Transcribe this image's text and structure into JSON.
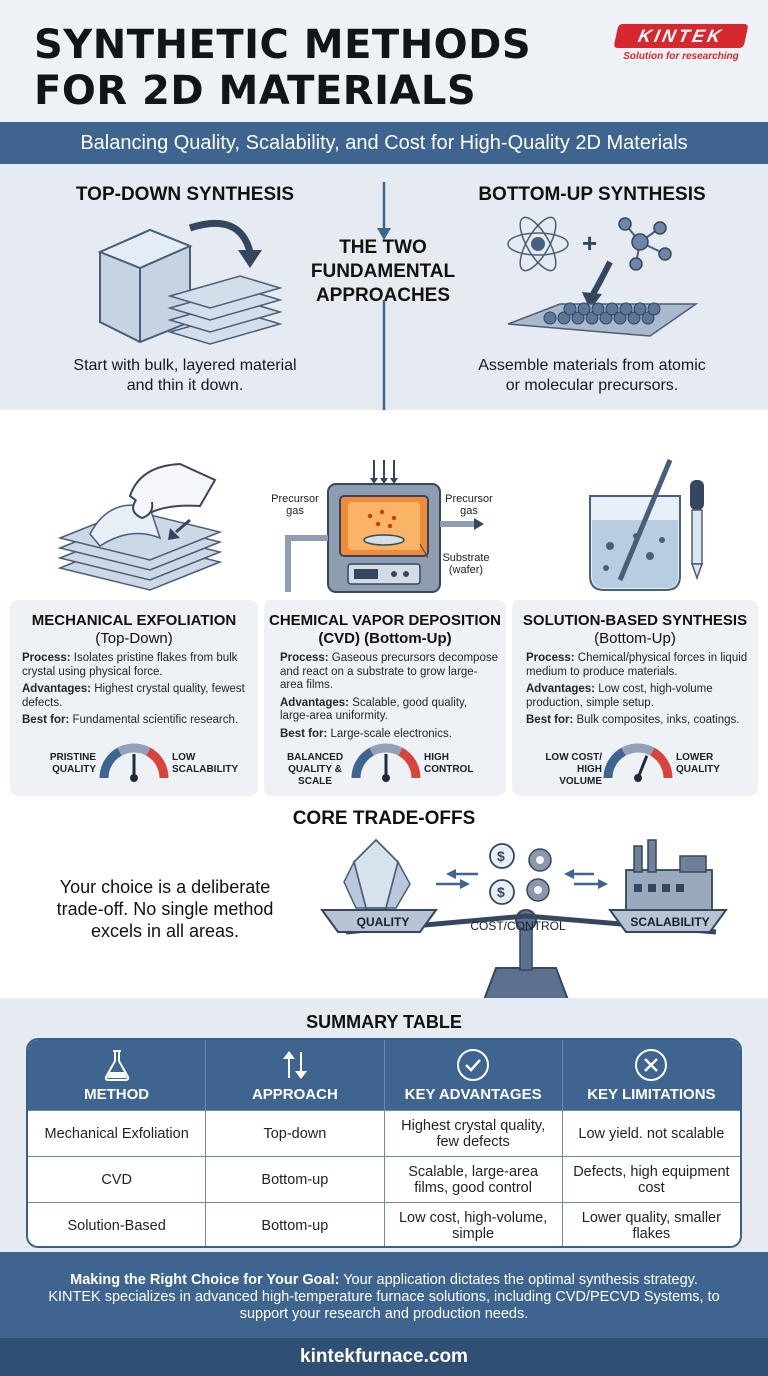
{
  "header": {
    "title_line1": "SYNTHETIC METHODS",
    "title_line2": "FOR 2D MATERIALS",
    "logo_text": "KINTEK",
    "logo_tagline": "Solution for researching",
    "subtitle": "Balancing Quality, Scalability, and Cost for High-Quality 2D Materials"
  },
  "approaches": {
    "center_title": "THE TWO FUNDAMENTAL APPROACHES",
    "top_down": {
      "title": "TOP-DOWN SYNTHESIS",
      "desc_line1": "Start with bulk, layered material",
      "desc_line2": "and thin it down."
    },
    "bottom_up": {
      "title": "BOTTOM-UP SYNTHESIS",
      "desc_line1": "Assemble materials from atomic",
      "desc_line2": "or molecular precursors."
    }
  },
  "cvd_labels": {
    "precursor_left": "Precursor gas",
    "precursor_right": "Precursor gas",
    "substrate": "Substrate (wafer)"
  },
  "methods": [
    {
      "title": "MECHANICAL EXFOLIATION",
      "subtitle": "(Top-Down)",
      "process": "Isolates pristine flakes from bulk crystal using physical force.",
      "advantages": "Highest crystal quality, fewest defects.",
      "best_for": "Fundamental scientific research.",
      "gauge_left": "PRISTINE QUALITY",
      "gauge_right": "LOW SCALABILITY",
      "gauge_level": 0.5
    },
    {
      "title": "CHEMICAL VAPOR DEPOSITION (CVD) (Bottom-Up)",
      "subtitle": "",
      "process": "Gaseous precursors decompose and react on a substrate to grow large-area films.",
      "advantages": "Scalable, good quality, large-area uniformity.",
      "best_for": "Large-scale electronics.",
      "gauge_left": "BALANCED QUALITY & SCALE",
      "gauge_right": "HIGH CONTROL",
      "gauge_level": 0.5
    },
    {
      "title": "SOLUTION-BASED SYNTHESIS",
      "subtitle": "(Bottom-Up)",
      "process": "Chemical/physical forces in liquid medium to produce materials.",
      "advantages": "Low cost, high-volume production, simple setup.",
      "best_for": "Bulk composites, inks, coatings.",
      "gauge_left": "LOW COST/ HIGH VOLUME",
      "gauge_right": "LOWER QUALITY",
      "gauge_level": 0.62
    }
  ],
  "labels": {
    "process": "Process:",
    "advantages": "Advantages:",
    "best_for": "Best for:"
  },
  "tradeoffs": {
    "title": "CORE TRADE-OFFS",
    "text": "Your choice is a deliberate trade-off. No single method excels in all areas.",
    "quality": "QUALITY",
    "cost": "COST/CONTROL",
    "scalability": "SCALABILITY"
  },
  "summary": {
    "title": "SUMMARY TABLE",
    "headers": [
      "METHOD",
      "APPROACH",
      "KEY ADVANTAGES",
      "KEY LIMITATIONS"
    ],
    "rows": [
      [
        "Mechanical Exfoliation",
        "Top-down",
        "Highest crystal quality, few defects",
        "Low yield. not scalable"
      ],
      [
        "CVD",
        "Bottom-up",
        "Scalable, large-area films, good control",
        "Defects, high equipment cost"
      ],
      [
        "Solution-Based",
        "Bottom-up",
        "Low cost, high-volume, simple",
        "Lower quality, smaller flakes"
      ]
    ]
  },
  "footer": {
    "lead": "Making the Right Choice for Your Goal:",
    "text1": " Your application dictates the optimal synthesis strategy.",
    "text2": "KINTEK specializes in advanced high-temperature furnace solutions, including CVD/PECVD Systems, to support your research and production needs.",
    "url": "kintekfurnace.com"
  },
  "colors": {
    "accent": "#3e6490",
    "brand_red": "#d8282f",
    "dark_navy": "#2f4f75"
  }
}
